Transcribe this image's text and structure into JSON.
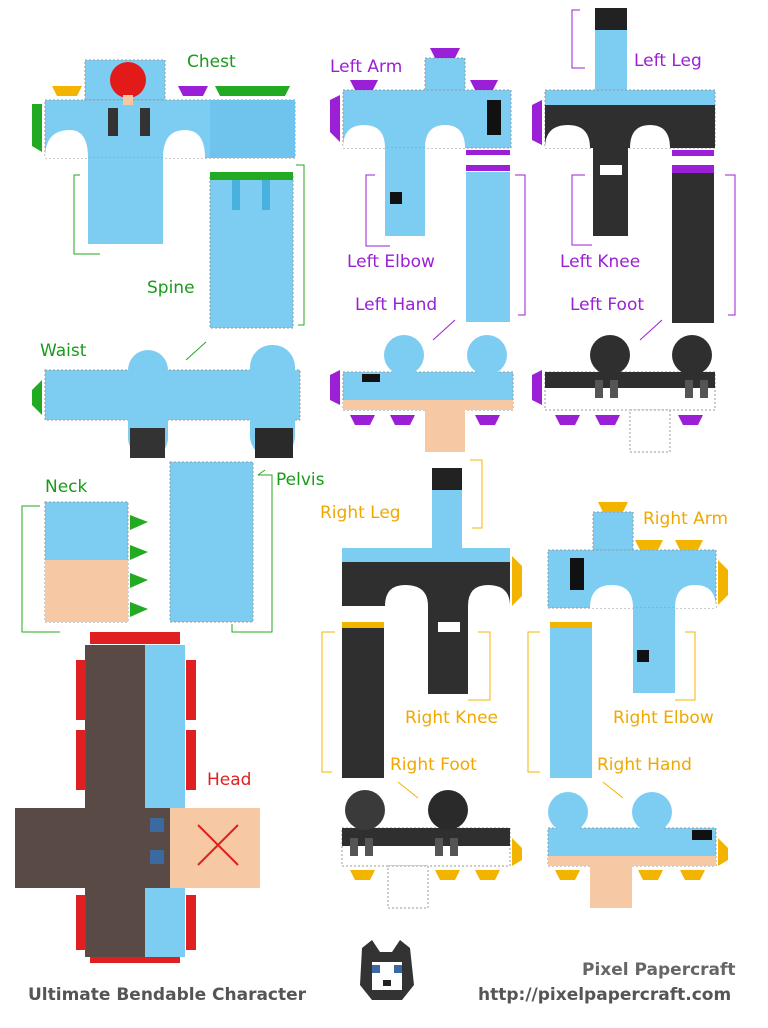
{
  "labels": {
    "chest": "Chest",
    "spine": "Spine",
    "waist": "Waist",
    "neck": "Neck",
    "pelvis": "Pelvis",
    "head": "Head",
    "left_arm": "Left Arm",
    "left_leg": "Left Leg",
    "left_elbow": "Left Elbow",
    "left_knee": "Left Knee",
    "left_hand": "Left Hand",
    "left_foot": "Left Foot",
    "right_leg": "Right Leg",
    "right_arm": "Right Arm",
    "right_knee": "Right Knee",
    "right_elbow": "Right Elbow",
    "right_foot": "Right Foot",
    "right_hand": "Right Hand"
  },
  "footer": {
    "title": "Ultimate Bendable Character",
    "brand": "Pixel Papercraft",
    "url": "http://pixelpapercraft.com"
  },
  "colors": {
    "skin_blue": "#7dcdf2",
    "skin_blue_dark": "#5ab8e6",
    "peach": "#f6c8a4",
    "hair": "#5a4a46",
    "black": "#2a2a2a",
    "tab_green": "#22aa22",
    "tab_purple": "#9b1fd6",
    "tab_orange": "#f3b400",
    "tab_red": "#e02020"
  },
  "icons": [
    "wolf-logo-icon"
  ]
}
